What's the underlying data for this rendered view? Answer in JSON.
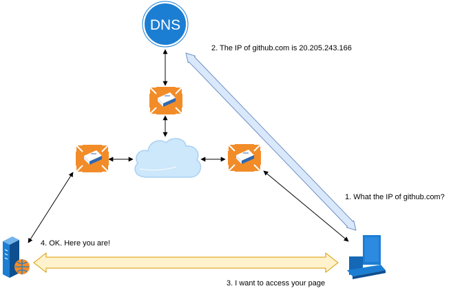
{
  "nodes": {
    "dns_server": {
      "label": "DNS",
      "icon": "dns-server-icon",
      "color": "#1B7ED3"
    },
    "router_top": {
      "icon": "router-icon",
      "color": "#F28C28"
    },
    "router_left": {
      "icon": "router-icon",
      "color": "#F28C28"
    },
    "router_right": {
      "icon": "router-icon",
      "color": "#F28C28"
    },
    "internet_cloud": {
      "icon": "cloud-icon",
      "color": "#CDE7FB"
    },
    "web_server": {
      "icon": "web-server-icon",
      "color": "#1B7ED3"
    },
    "client_laptop": {
      "icon": "laptop-icon",
      "color": "#1B7ED3"
    }
  },
  "messages": {
    "dns_query": "1. What the IP of github.com?",
    "dns_response": "2. The IP of github.com is 20.205.243.166",
    "page_request": "3. I want to access your page",
    "page_response": "4. OK. Here you are!"
  },
  "colors": {
    "dns_flow_fill": "#DAE8FC",
    "dns_flow_stroke": "#6C8EBF",
    "http_flow_fill": "#FFF2CC",
    "http_flow_stroke": "#D79B00",
    "link": "#000000"
  }
}
